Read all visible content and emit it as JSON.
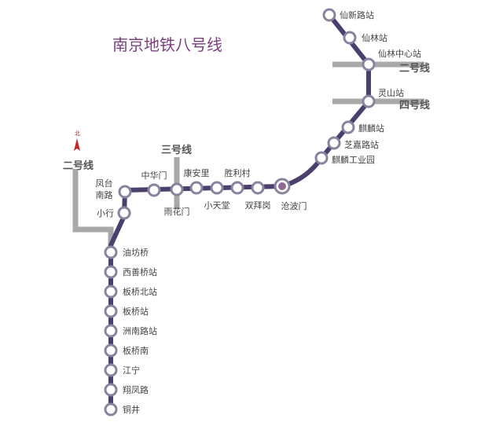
{
  "title": "南京地铁八号线",
  "north_label": "北",
  "colors": {
    "line": "#4b3f6e",
    "station_stroke": "#8a839f",
    "transfer_line": "#a8a8a8",
    "terminal_fill": "#8e6a96",
    "title": "#7b3f7f",
    "north_arrow": "#c0282d"
  },
  "transfer_lines": {
    "line2_east": "二号线",
    "line4": "四号线",
    "line3": "三号线",
    "line2_west": "二号线"
  },
  "stations": [
    "仙新路站",
    "仙林站",
    "仙林中心站",
    "灵山站",
    "麒麟站",
    "芝嘉路站",
    "麒麟工业园",
    "沧波门",
    "双拜岗",
    "胜利村",
    "小天堂",
    "康安里",
    "雨花门",
    "中华门",
    "凤台南路",
    "小行",
    "油坊桥",
    "西善桥站",
    "板桥北站",
    "板桥站",
    "洲南路站",
    "板桥南",
    "江宁",
    "翔凤路",
    "铜井"
  ]
}
